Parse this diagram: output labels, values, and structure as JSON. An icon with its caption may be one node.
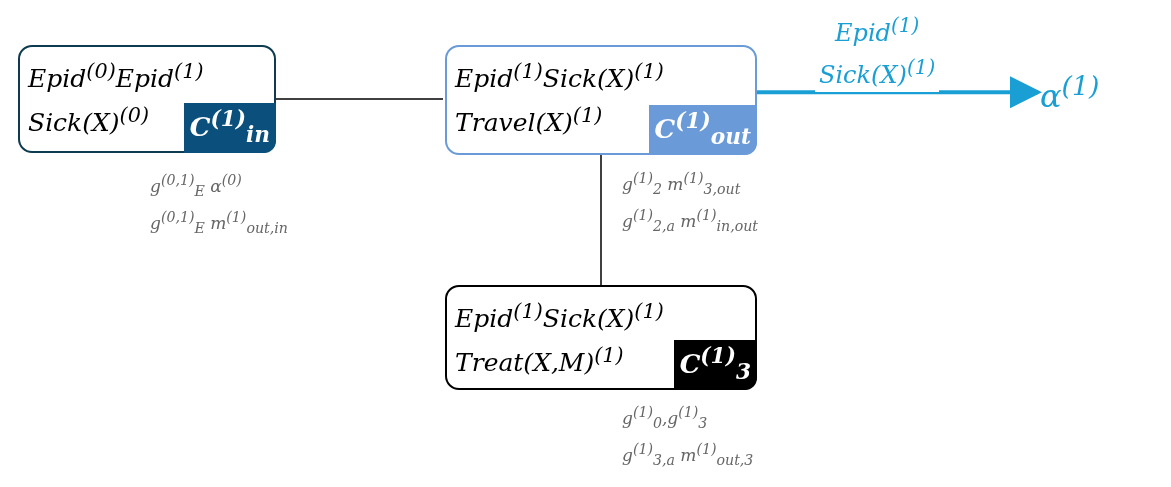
{
  "diagram": {
    "nodes": [
      {
        "text": [
          "Epid$^{(0)}$Epid$^{(1)}$ Sick(X)$^{(0)}$",
          "C$^{(1)}$$_{in}$"
        ],
        "beside": [
          "g$^{(0,1)}$$_{E}$ α$^{(0)}$",
          "g$^{(0,1)}$$_{E}$ m$^{(1)}$$_{out,in}$"
        ]
      },
      {
        "text": [
          "Epid$^{(1)}$Sick(X)$^{(1)}$ Travel(X)$^{(1)}$",
          "C$^{(1)}$$_{out}$"
        ],
        "beside": [
          "g$^{(1)}$$_{2}$ m$^{(1)}$$_{3,out}$",
          "g$^{(1)}$$_{2,a}$ m$^{(1)}$$_{in,out}$"
        ]
      },
      {
        "text": [
          "Epid$^{(1)}$Sick(X)$^{(1)}$ Treat(X,M)$^{(1)}$",
          "C$^{(1)}$$_{3}$"
        ],
        "beside": [
          "g$^{(1)}$$_{0}$,g$^{(1)}$$_{3}$",
          "g$^{(1)}$$_{3,a}$ m$^{(1)}$$_{out,3}$"
        ]
      },
      {
        "text": [
          "α$^{(1)}$"
        ]
      }
    ],
    "edges": [
      {
        "from": 0,
        "to": 1,
        "arrow": "none"
      },
      {
        "from": 1,
        "to": 3,
        "arrow": "to",
        "label": "Epid$^{(1)}$ Sick(X)$^{(1)}$",
        "style": "thick",
        "color": "#1a9fd4"
      },
      {
        "from": 1,
        "to": 2,
        "arrow": "none"
      }
    ]
  }
}
